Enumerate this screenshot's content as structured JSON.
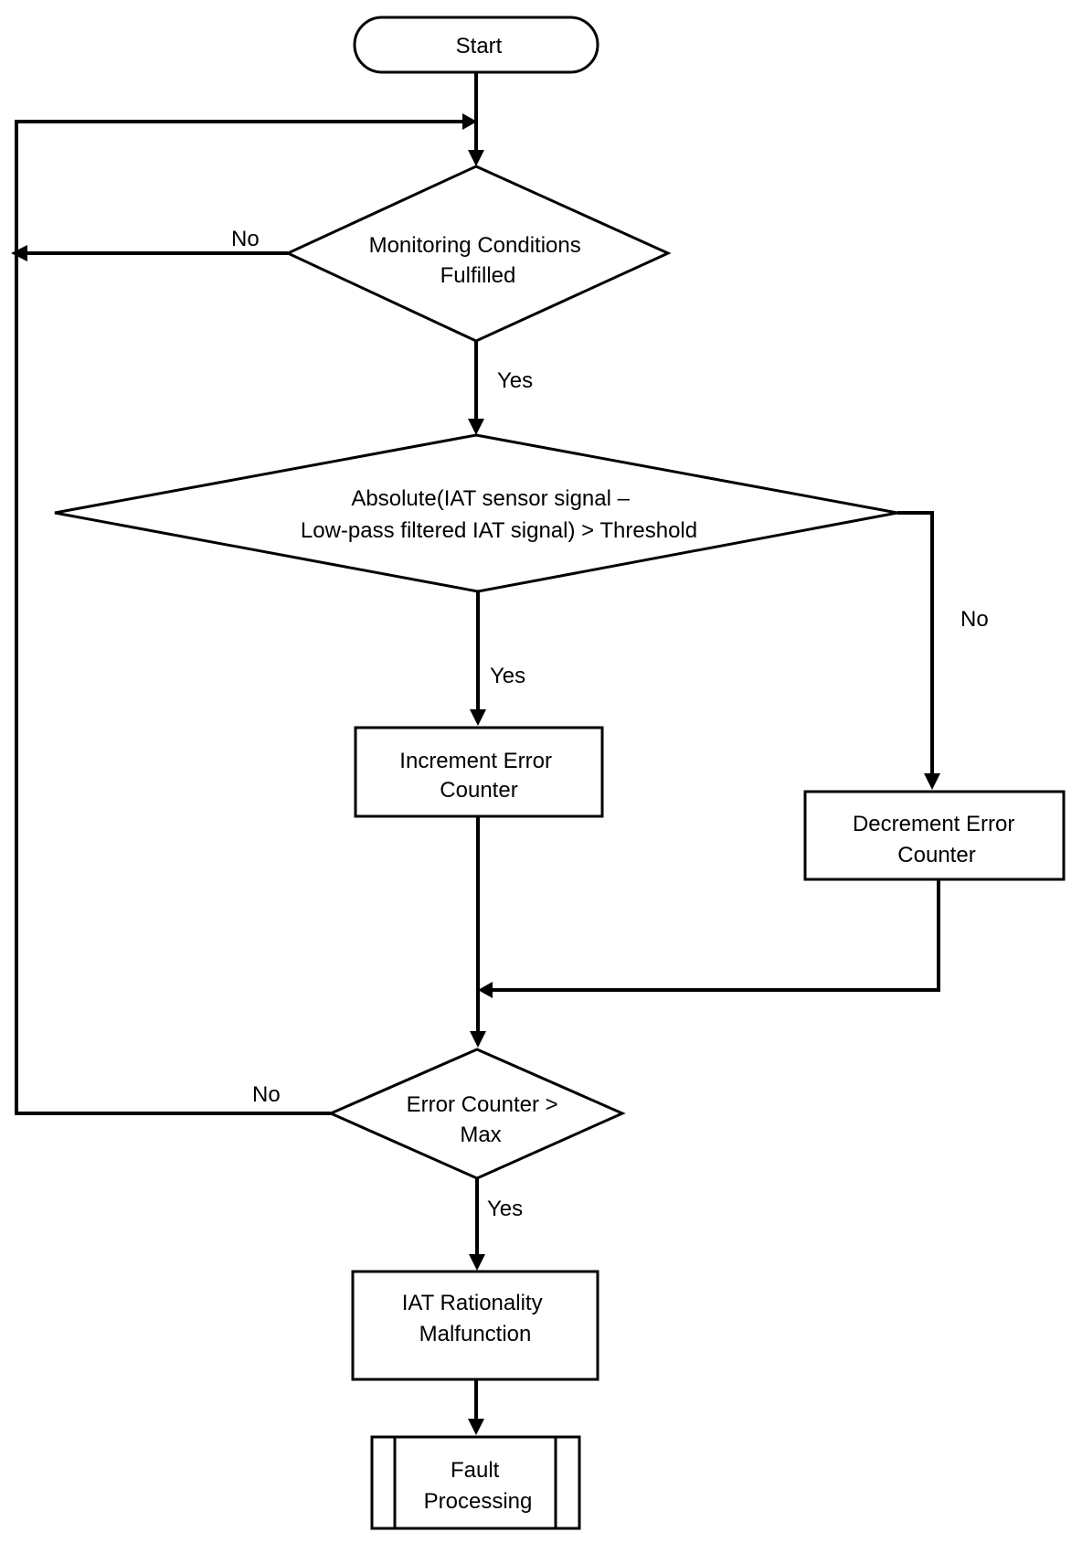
{
  "nodes": {
    "start": {
      "lines": [
        "Start"
      ]
    },
    "monitoring_decision": {
      "lines": [
        "Monitoring Conditions",
        "Fulfilled"
      ]
    },
    "threshold_decision": {
      "lines": [
        "Absolute(IAT sensor signal –",
        "Low-pass filtered IAT signal) > Threshold"
      ]
    },
    "increment_counter": {
      "lines": [
        "Increment Error",
        "Counter"
      ]
    },
    "decrement_counter": {
      "lines": [
        "Decrement Error",
        "Counter"
      ]
    },
    "counter_decision": {
      "lines": [
        "Error Counter >",
        "Max"
      ]
    },
    "malfunction": {
      "lines": [
        "IAT Rationality",
        "Malfunction"
      ]
    },
    "fault_processing": {
      "lines": [
        "Fault",
        "Processing"
      ]
    }
  },
  "edge_labels": {
    "monitoring_no": "No",
    "monitoring_yes": "Yes",
    "threshold_yes": "Yes",
    "threshold_no": "No",
    "counter_no": "No",
    "counter_yes": "Yes"
  }
}
